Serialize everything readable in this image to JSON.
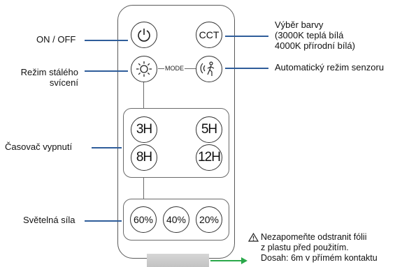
{
  "buttons": {
    "cct": "CCT",
    "mode": "MODE",
    "timers": [
      "3H",
      "5H",
      "8H",
      "12H"
    ],
    "brightness": [
      "60%",
      "40%",
      "20%"
    ]
  },
  "labels": {
    "on_off": "ON / OFF",
    "constant_light_line1": "Režim stálého",
    "constant_light_line2": "svícení",
    "timer": "Časovač vypnutí",
    "brightness": "Světelná síla",
    "color_choice_line1": "Výběr barvy",
    "color_choice_line2": "(3000K teplá bílá",
    "color_choice_line3": "4000K přírodní bílá)",
    "sensor_mode": "Automatický režim senzoru",
    "warning_line1": "Nezapomeňte odstranit fólii",
    "warning_line2": "z plastu před použitím.",
    "warning_line3": "Dosah: 6m v přímém kontaktu"
  },
  "icons": [
    "power-icon",
    "sun-icon",
    "motion-sensor-icon",
    "warning-icon",
    "arrow-right-icon"
  ],
  "colors": {
    "pointer": "#2f5d9a",
    "range_arrow": "#2aa84a",
    "outline": "#333333"
  }
}
